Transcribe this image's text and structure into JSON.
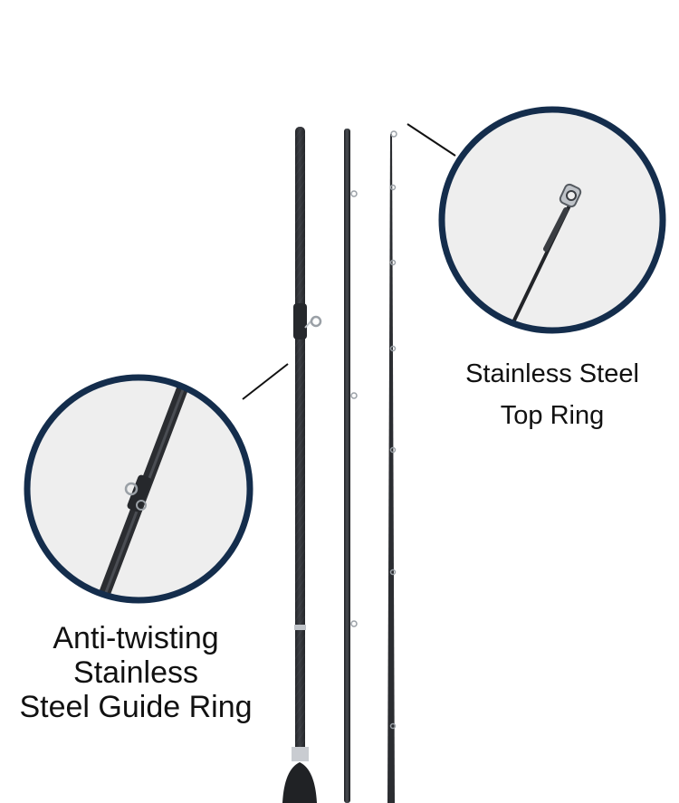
{
  "callouts": {
    "top_ring": {
      "lines": [
        "Stainless Steel",
        "Top Ring"
      ]
    },
    "guide_ring": {
      "lines": [
        "Anti-twisting",
        "Stainless",
        "Steel Guide Ring"
      ]
    }
  },
  "colors": {
    "background": "#ffffff",
    "circle_border": "#142d4c",
    "circle_fill": "#eeeeee",
    "rod": "#2b2d31",
    "rod_highlight": "#4a4d53",
    "leader_line": "#111111",
    "text": "#111111"
  },
  "icons": {
    "top_ring": "top-ring-closeup-icon",
    "guide_ring": "guide-ring-closeup-icon"
  }
}
